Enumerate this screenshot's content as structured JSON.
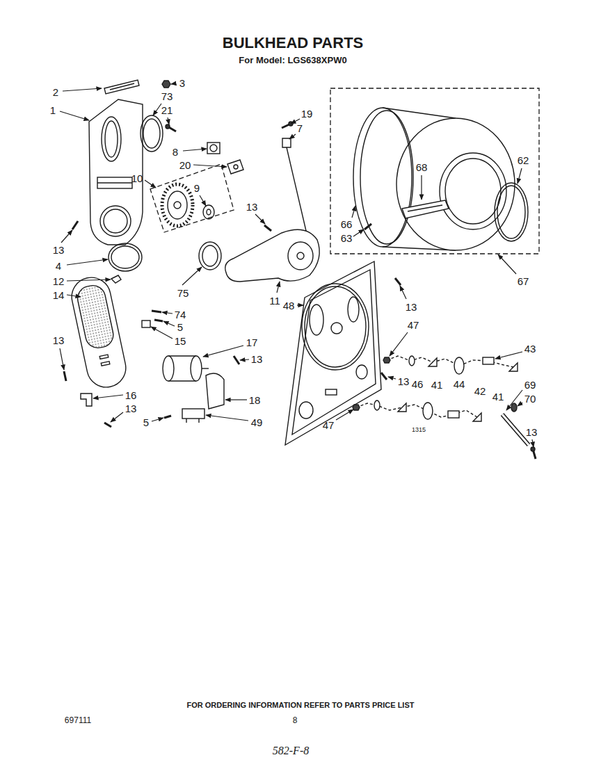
{
  "diagram": {
    "title": "BULKHEAD PARTS",
    "nodes": [
      {
        "text": [
          "9"
        ]
      },
      {
        "text": [
          "62",
          "68",
          "66",
          "63"
        ]
      }
    ],
    "labels": [
      "For Model: LGS638XPW0",
      "2",
      "3",
      "73",
      "1",
      "21",
      "19",
      "7",
      "8",
      "20",
      "10",
      "13",
      "13",
      "4",
      "12",
      "75",
      "14",
      "11",
      "48",
      "13",
      "74",
      "5",
      "47",
      "15",
      "13",
      "17",
      "43",
      "13",
      "13",
      "46",
      "41",
      "44",
      "69",
      "42",
      "41",
      "70",
      "16",
      "18",
      "13",
      "5",
      "49",
      "47",
      "1315",
      "13",
      "67",
      "FOR ORDERING INFORMATION REFER TO PARTS PRICE LIST",
      "697111",
      "8",
      "582-F-8"
    ]
  }
}
